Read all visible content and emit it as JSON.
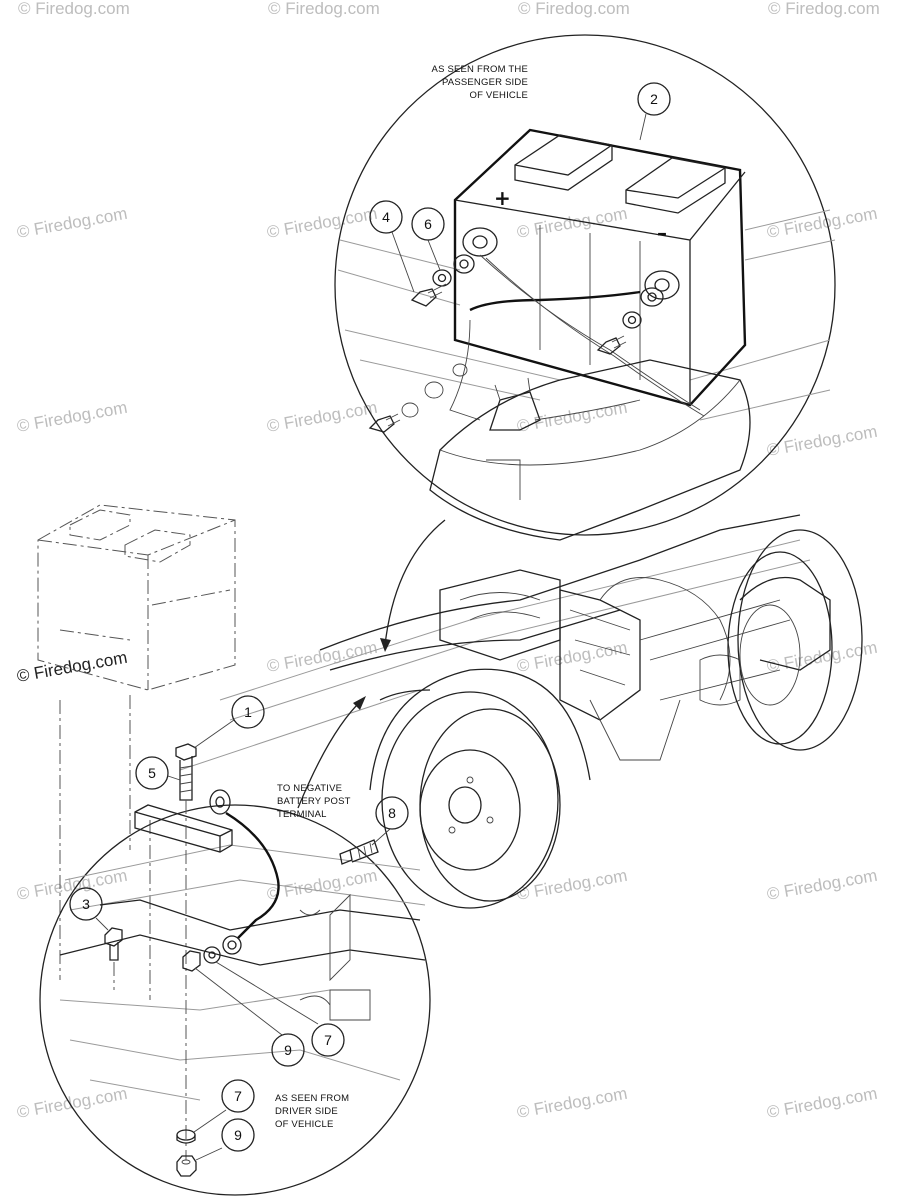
{
  "notes": {
    "passenger_view": [
      "AS SEEN FROM THE",
      "PASSENGER SIDE",
      "OF VEHICLE"
    ],
    "driver_view": [
      "AS SEEN FROM",
      "DRIVER SIDE",
      "OF VEHICLE"
    ],
    "negative_post": [
      "TO NEGATIVE",
      "BATTERY POST",
      "TERMINAL"
    ]
  },
  "terminal_signs": {
    "positive": "+",
    "negative": "–"
  },
  "callouts": {
    "c1": "1",
    "c2": "2",
    "c3": "3",
    "c4": "4",
    "c5": "5",
    "c6": "6",
    "c7a": "7",
    "c7b": "7",
    "c8": "8",
    "c9a": "9",
    "c9b": "9"
  },
  "watermark": {
    "text": "© Firedog.com",
    "prominent_text": "© Firedog.com"
  },
  "colors": {
    "line": "#222222",
    "watermark": "#bdbdbd",
    "background": "#ffffff"
  }
}
